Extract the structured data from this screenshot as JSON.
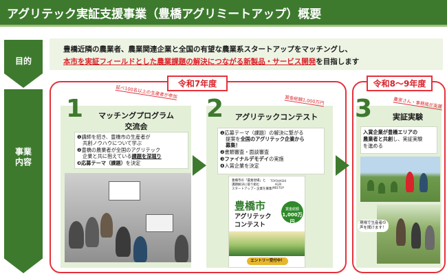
{
  "header": {
    "title": "アグリテック実証支援事業（豊橋アグリミートアップ）概要"
  },
  "sidebar": {
    "purpose_label": "目的",
    "content_label_line1": "事業",
    "content_label_line2": "内容"
  },
  "purpose": {
    "line1": "豊橋近隣の農業者、農業関連企業と全国の有望な農業系スタートアップをマッチングし、",
    "line2_highlight": "本市を実証フィールドとした農業課題の解決につながる新製品・サービス開発",
    "line2_suffix": "を目指します"
  },
  "eras": {
    "r7_label": "令和7年度",
    "r89_label": "令和8～9年度"
  },
  "tags": {
    "t1": "延べ100名以上の生産者が参加",
    "t2": "賞金総額1,000万円",
    "t3": "農家さん・事務局が支援"
  },
  "steps": [
    {
      "number": "1",
      "title_line1": "マッチングプログラム",
      "title_line2": "交流会",
      "item1a": "❶講師を招き、豊橋市の生産者が",
      "item1b": "共創ノウハウについて学ぶ",
      "item2a": "❷豊橋の農業者が全国のアグリテック",
      "item2b_plain": "企業と共に抱えている",
      "item2b_bold": "課題を深堀り",
      "item3_bold": "❸応募テーマ（課題）",
      "item3_plain": "を決定"
    },
    {
      "number": "2",
      "title": "アグリテックコンテスト",
      "item1a": "❶応募テーマ（課題）の解決に繋がる",
      "item1b_plain": "提案を",
      "item1b_bold": "全国のアグリテック企業から",
      "item1c_bold": "募集！",
      "item2": "❷書類審査・面談審査",
      "item3_plain": "❸",
      "item3_bold": "ファイナルデモデイ",
      "item3_suffix": "の実施",
      "item4": "❹入賞企業を決定",
      "flyer": {
        "head_line1": "豊橋市の「農業現場」と",
        "head_line2": "課題解決に取り組む",
        "head_line3": "スタートアップ・企業を募集！",
        "logo_line1": "TOYOHASHI",
        "logo_line2": "AGRI",
        "logo_line3": "MEETUP",
        "title_line1": "豊橋市",
        "title_line2": "アグリテック",
        "title_line3": "コンテスト",
        "badge_label": "賞金総額",
        "badge_value": "1,000万円",
        "cta": "エントリー受付中！"
      }
    },
    {
      "number": "3",
      "title": "実証実験",
      "item1a_bold": "入賞企業が豊橋エリアの",
      "item1b_bold": "農業者と共創",
      "item1b_plain": "し、実証実験",
      "item1c": "を進める",
      "photo_note_line1": "現場で生産者の",
      "photo_note_line2": "声を聞けます！"
    }
  ]
}
